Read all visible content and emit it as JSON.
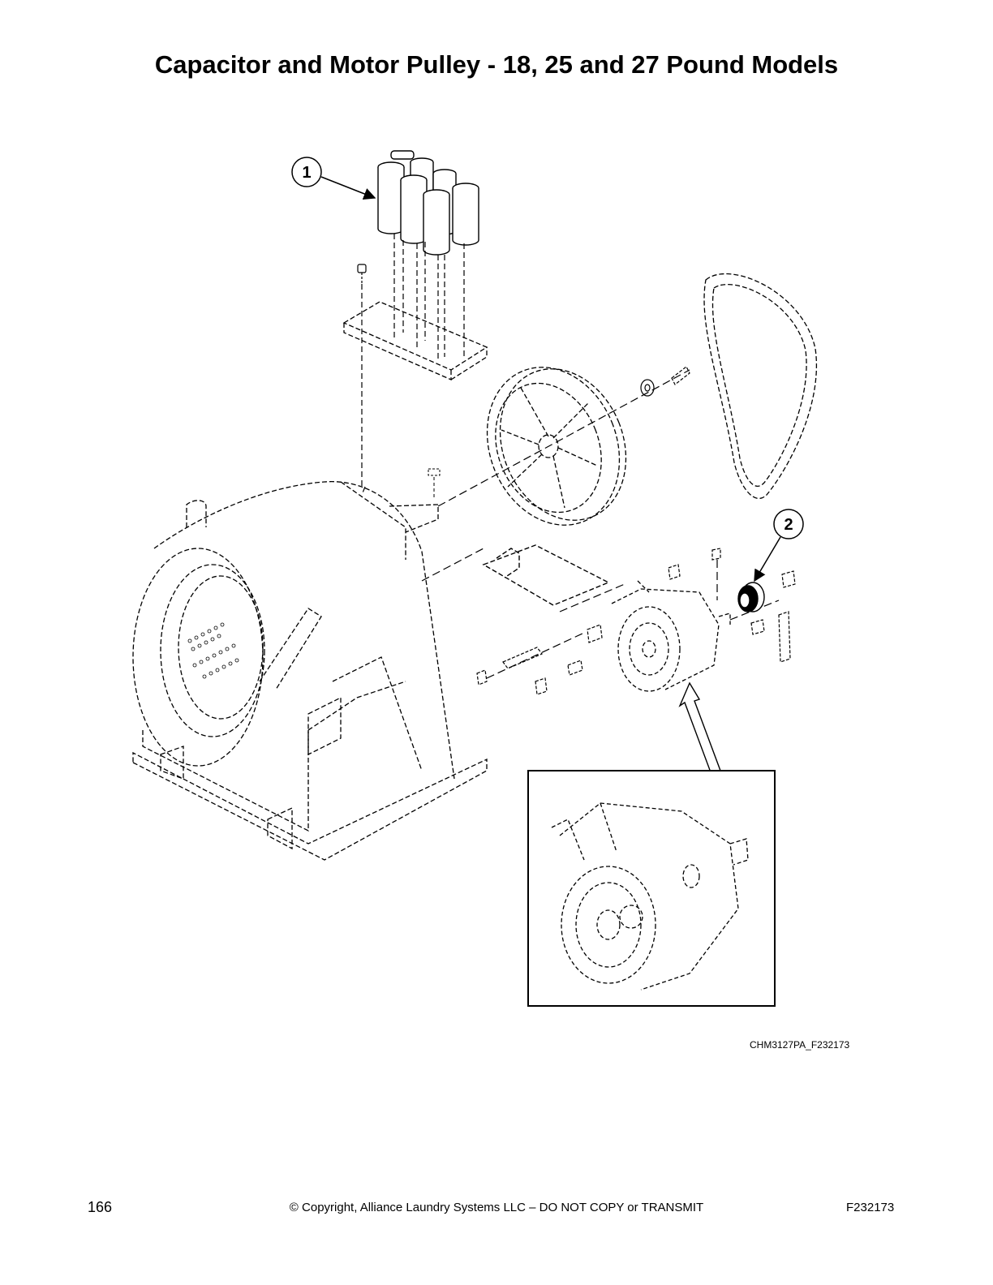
{
  "title": "Capacitor and Motor Pulley - 18, 25 and 27 Pound Models",
  "callouts": [
    {
      "number": "1",
      "part": "capacitors"
    },
    {
      "number": "2",
      "part": "motor-pulley"
    }
  ],
  "figure_code": "CHM3127PA_F232173",
  "footer": {
    "page_number": "166",
    "copyright": "© Copyright, Alliance Laundry Systems LLC – DO NOT COPY or TRANSMIT",
    "doc_id": "F232173"
  }
}
